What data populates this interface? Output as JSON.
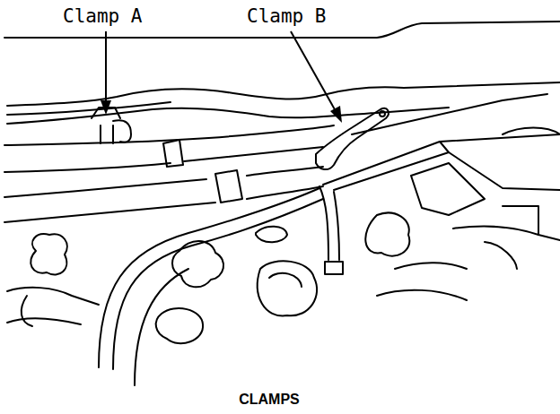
{
  "diagram": {
    "caption": "CLAMPS",
    "labels": [
      "Clamp A",
      "Clamp B"
    ]
  }
}
